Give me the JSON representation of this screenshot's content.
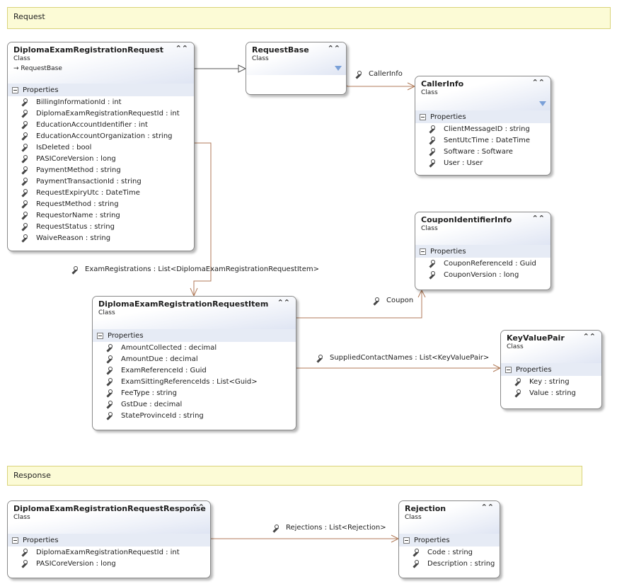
{
  "sections": {
    "request": "Request",
    "response": "Response"
  },
  "classes": {
    "DiplomaExamRegistrationRequest": {
      "name": "DiplomaExamRegistrationRequest",
      "kind": "Class",
      "inherits": "RequestBase",
      "section": "Properties",
      "props": [
        "BillingInformationId : int",
        "DiplomaExamRegistrationRequestId : int",
        "EducationAccountIdentifier : int",
        "EducationAccountOrganization : string",
        "IsDeleted : bool",
        "PASICoreVersion : long",
        "PaymentMethod : string",
        "PaymentTransactionId : string",
        "RequestExpiryUtc : DateTime",
        "RequestMethod : string",
        "RequestorName : string",
        "RequestStatus : string",
        "WaiveReason : string"
      ]
    },
    "RequestBase": {
      "name": "RequestBase",
      "kind": "Class"
    },
    "CallerInfo": {
      "name": "CallerInfo",
      "kind": "Class",
      "section": "Properties",
      "props": [
        "ClientMessageID : string",
        "SentUtcTime : DateTime",
        "Software : Software",
        "User : User"
      ]
    },
    "CouponIdentifierInfo": {
      "name": "CouponIdentifierInfo",
      "kind": "Class",
      "section": "Properties",
      "props": [
        "CouponReferenceId : Guid",
        "CouponVersion : long"
      ]
    },
    "DiplomaExamRegistrationRequestItem": {
      "name": "DiplomaExamRegistrationRequestItem",
      "kind": "Class",
      "section": "Properties",
      "props": [
        "AmountCollected : decimal",
        "AmountDue : decimal",
        "ExamReferenceId : Guid",
        "ExamSittingReferenceIds : List<Guid>",
        "FeeType : string",
        "GstDue : decimal",
        "StateProvinceId : string"
      ]
    },
    "KeyValuePair": {
      "name": "KeyValuePair",
      "kind": "Class",
      "section": "Properties",
      "props": [
        "Key : string",
        "Value : string"
      ]
    },
    "DiplomaExamRegistrationRequestResponse": {
      "name": "DiplomaExamRegistrationRequestResponse",
      "kind": "Class",
      "section": "Properties",
      "props": [
        "DiplomaExamRegistrationRequestId : int",
        "PASICoreVersion : long"
      ]
    },
    "Rejection": {
      "name": "Rejection",
      "kind": "Class",
      "section": "Properties",
      "props": [
        "Code : string",
        "Description : string"
      ]
    }
  },
  "associations": {
    "caller_info": "CallerInfo",
    "exam_registrations": "ExamRegistrations : List<DiplomaExamRegistrationRequestItem>",
    "coupon": "Coupon",
    "supplied_contact_names": "SuppliedContactNames : List<KeyValuePair>",
    "rejections": "Rejections : List<Rejection>"
  },
  "colors": {
    "section_fill": "#fcfbd6",
    "association_line": "#b07a58",
    "inheritance_line": "#555555",
    "header_gradient": "#dfe5f3"
  }
}
